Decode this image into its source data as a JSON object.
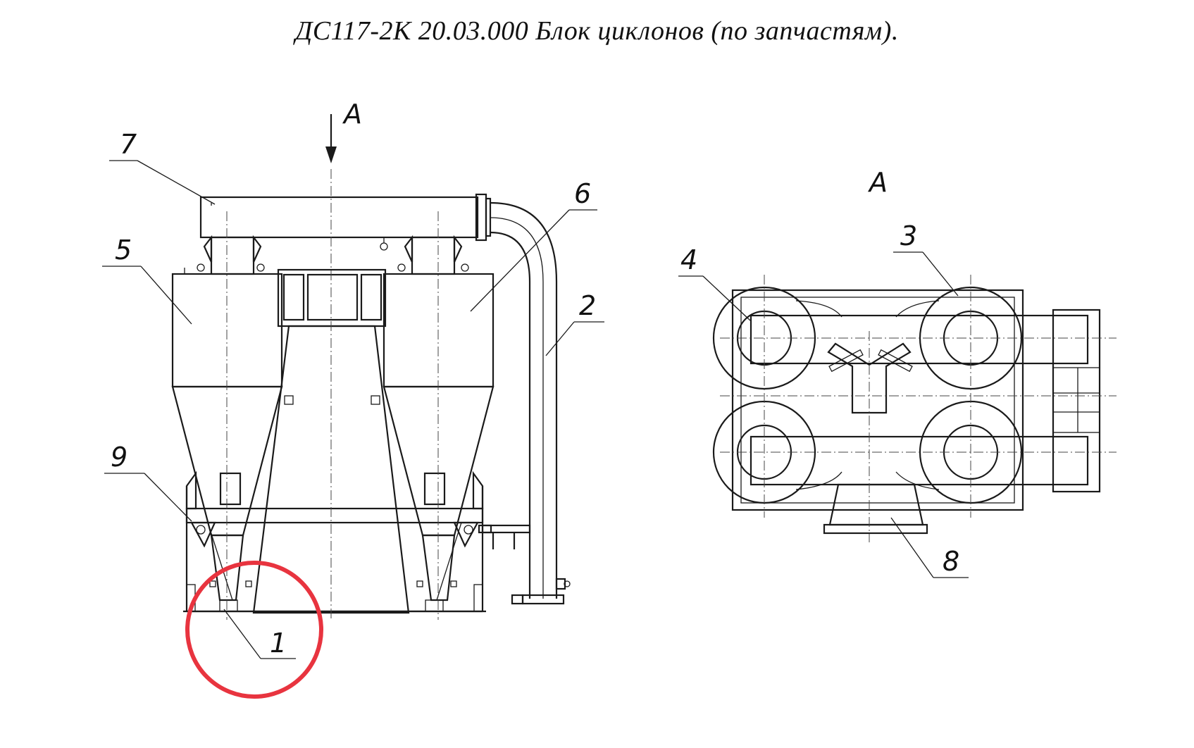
{
  "title": "ДС117-2К 20.03.000 Блок циклонов (по запчастям).",
  "view_marker": "А",
  "view_title": "А",
  "callouts": {
    "c1": "1",
    "c2": "2",
    "c3": "3",
    "c4": "4",
    "c5": "5",
    "c6": "6",
    "c7": "7",
    "c8": "8",
    "c9": "9"
  },
  "highlight": {
    "callout": "1",
    "color": "#e8343f"
  }
}
